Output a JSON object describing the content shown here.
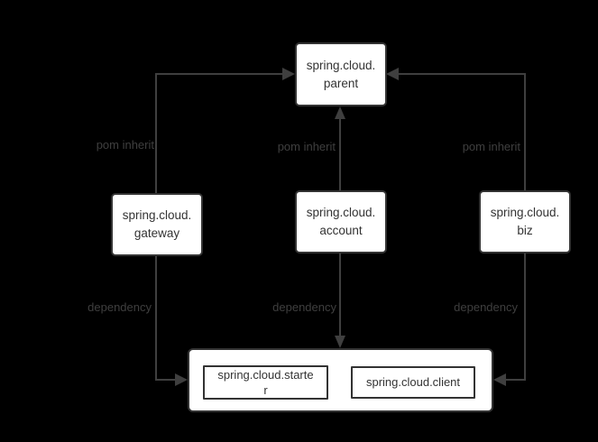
{
  "diagram": {
    "type": "module-dependency-diagram",
    "background_color": "#000000",
    "line_color": "#3f3f3f",
    "box_fill_color": "#ffffff",
    "box_border_color": "#333333",
    "box_text_color": "#333333",
    "edge_label_color": "#3f3f3f",
    "nodes": {
      "parent": {
        "label": "spring.cloud.parent",
        "lines": [
          "spring.cloud.",
          "parent"
        ]
      },
      "gateway": {
        "label": "spring.cloud.gateway",
        "lines": [
          "spring.cloud.",
          "gateway"
        ]
      },
      "account": {
        "label": "spring.cloud.account",
        "lines": [
          "spring.cloud.",
          "account"
        ]
      },
      "biz": {
        "label": "spring.cloud.biz",
        "lines": [
          "spring.cloud.",
          "biz"
        ]
      },
      "starter": {
        "label": "spring.cloud.starter",
        "lines": [
          "spring.cloud.starte",
          "r"
        ]
      },
      "client": {
        "label": "spring.cloud.client",
        "lines": [
          "spring.cloud.client"
        ]
      }
    },
    "edges": [
      {
        "from": "spring.cloud.gateway",
        "to": "spring.cloud.parent",
        "label": "pom inherit"
      },
      {
        "from": "spring.cloud.account",
        "to": "spring.cloud.parent",
        "label": "pom inherit"
      },
      {
        "from": "spring.cloud.biz",
        "to": "spring.cloud.parent",
        "label": "pom inherit"
      },
      {
        "from": "spring.cloud.gateway",
        "to": "base-container",
        "label": "dependency"
      },
      {
        "from": "spring.cloud.account",
        "to": "base-container",
        "label": "dependency"
      },
      {
        "from": "spring.cloud.biz",
        "to": "base-container",
        "label": "dependency"
      }
    ]
  }
}
